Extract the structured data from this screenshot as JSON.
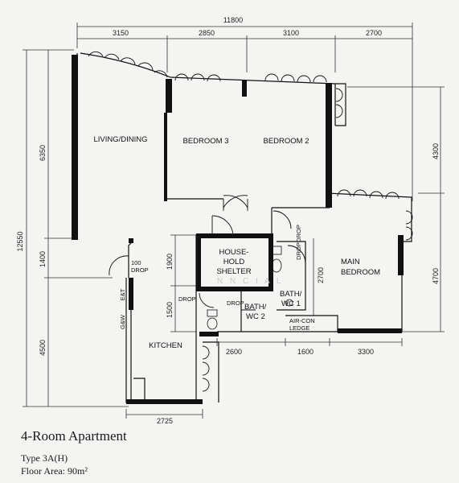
{
  "dimensions": {
    "overall_width": "11800",
    "top": [
      "3150",
      "2850",
      "3100",
      "2700"
    ],
    "left_total": "12550",
    "left_segments": [
      "6350",
      "1400",
      "4500"
    ],
    "inner_left": [
      "1900",
      "1500"
    ],
    "right": [
      "4300",
      "4700"
    ],
    "bath_height": "2700",
    "bottom_inner": [
      "2600",
      "1600",
      "3300"
    ],
    "kitchen_width": "2725"
  },
  "rooms": {
    "living_dining": "LIVING/DINING",
    "bedroom3": "BEDROOM 3",
    "bedroom2": "BEDROOM 2",
    "shelter": [
      "HOUSE-",
      "HOLD",
      "SHELTER"
    ],
    "main_bedroom": [
      "MAIN",
      "BEDROOM"
    ],
    "bath1": [
      "BATH/",
      "WC 1"
    ],
    "bath2": [
      "BATH/",
      "WC 2"
    ],
    "kitchen": "KITCHEN",
    "aircon": [
      "AIR-CON",
      "LEDGE"
    ]
  },
  "labels": {
    "drop": "DROP",
    "drop_100": "100",
    "ent": "E&T",
    "gw": "G&W"
  },
  "watermark": "N N C I A L",
  "caption": {
    "title": "4-Room Apartment",
    "type": "Type 3A(H)",
    "area": "Floor Area: 90m²"
  },
  "colors": {
    "ink": "#111111",
    "paper": "#f4f4f2"
  }
}
